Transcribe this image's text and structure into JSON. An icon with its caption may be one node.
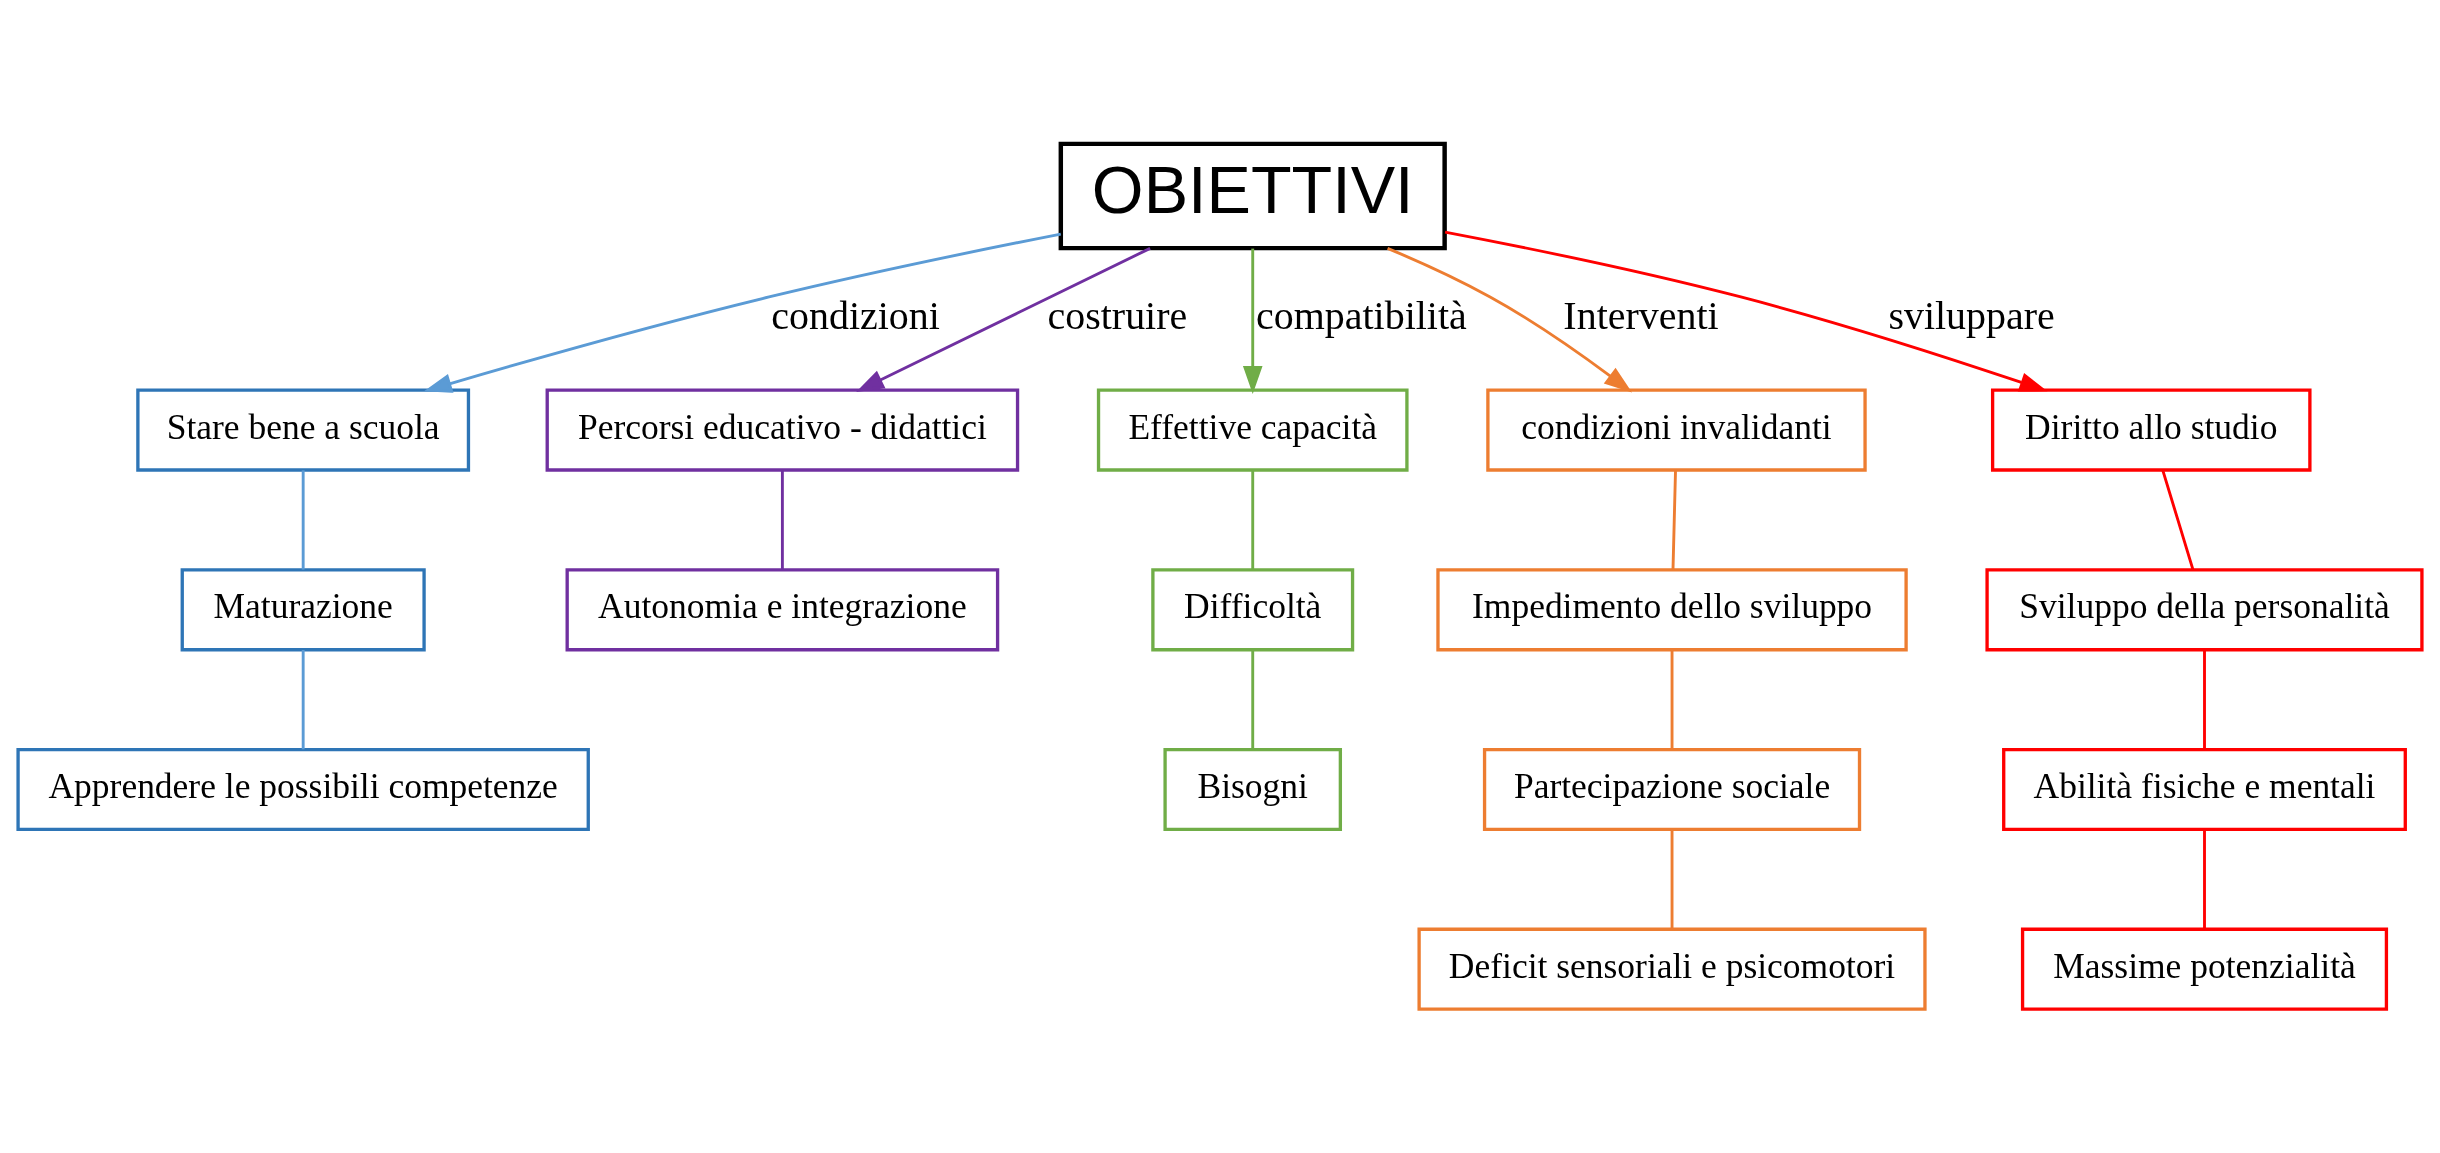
{
  "diagram": {
    "nodes": [
      {
        "text": [
          "OBIETTIVI"
        ]
      },
      {
        "text": [
          "Stare bene a scuola"
        ]
      },
      {
        "text": [
          "Maturazione"
        ]
      },
      {
        "text": [
          "Apprendere le possibili competenze"
        ]
      },
      {
        "text": [
          "Percorsi educativo - didattici"
        ]
      },
      {
        "text": [
          "Autonomia e integrazione"
        ]
      },
      {
        "text": [
          "Effettive capacità"
        ]
      },
      {
        "text": [
          "Difficoltà"
        ]
      },
      {
        "text": [
          "Bisogni"
        ]
      },
      {
        "text": [
          "condizioni invalidanti"
        ]
      },
      {
        "text": [
          "Impedimento dello sviluppo"
        ]
      },
      {
        "text": [
          "Partecipazione sociale"
        ]
      },
      {
        "text": [
          "Deficit sensoriali e psicomotori"
        ]
      },
      {
        "text": [
          "Diritto allo studio"
        ]
      },
      {
        "text": [
          "Sviluppo della personalità"
        ]
      },
      {
        "text": [
          "Abilità fisiche e mentali"
        ]
      },
      {
        "text": [
          "Massime potenzialità"
        ]
      }
    ],
    "edges": [
      {
        "from": 0,
        "to": 1,
        "arrow": "to",
        "label": "condizioni",
        "color": "#5b9bd5"
      },
      {
        "from": 1,
        "to": 2,
        "arrow": "none",
        "color": "#5b9bd5"
      },
      {
        "from": 2,
        "to": 3,
        "arrow": "none",
        "color": "#5b9bd5"
      },
      {
        "from": 0,
        "to": 6,
        "arrow": "to",
        "label": "compatibilità",
        "color": "#70ad47"
      },
      {
        "from": 6,
        "to": 7,
        "arrow": "none",
        "color": "#70ad47"
      },
      {
        "from": 7,
        "to": 8,
        "arrow": "none",
        "color": "#70ad47"
      },
      {
        "from": 0,
        "to": 9,
        "arrow": "to",
        "label": "Interventi",
        "color": "#ed7d31"
      },
      {
        "from": 9,
        "to": 10,
        "arrow": "none",
        "color": "#ed7d31"
      },
      {
        "from": 10,
        "to": 11,
        "arrow": "none",
        "color": "#ed7d31"
      },
      {
        "from": 11,
        "to": 12,
        "arrow": "none",
        "color": "#ed7d31"
      },
      {
        "from": 0,
        "to": 13,
        "arrow": "to",
        "label": "sviluppare",
        "color": "#ff0000"
      },
      {
        "from": 13,
        "to": 14,
        "arrow": "none",
        "color": "#ff0000"
      },
      {
        "from": 14,
        "to": 15,
        "arrow": "none",
        "color": "#ff0000"
      },
      {
        "from": 15,
        "to": 16,
        "arrow": "none",
        "color": "#ff0000"
      },
      {
        "from": 0,
        "to": 4,
        "arrow": "to",
        "label": "costruire",
        "color": "#7030a0"
      },
      {
        "from": 4,
        "to": 5,
        "arrow": "none",
        "color": "#7030a0"
      }
    ]
  }
}
